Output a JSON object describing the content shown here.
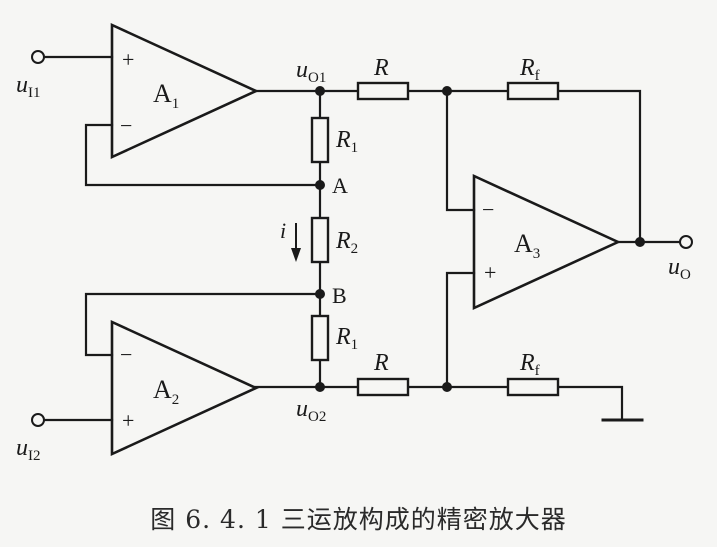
{
  "diagram": {
    "amps": {
      "a1": {
        "name": "A",
        "sub": "1",
        "plus": "+",
        "minus": "−"
      },
      "a2": {
        "name": "A",
        "sub": "2",
        "plus": "+",
        "minus": "−"
      },
      "a3": {
        "name": "A",
        "sub": "3",
        "plus": "+",
        "minus": "−"
      }
    },
    "resistors": {
      "r_top": {
        "name": "R",
        "sub": ""
      },
      "rf_top": {
        "name": "R",
        "sub": "f"
      },
      "r1_top": {
        "name": "R",
        "sub": "1"
      },
      "r2": {
        "name": "R",
        "sub": "2"
      },
      "r1_bot": {
        "name": "R",
        "sub": "1"
      },
      "r_bot": {
        "name": "R",
        "sub": ""
      },
      "rf_bot": {
        "name": "R",
        "sub": "f"
      }
    },
    "signals": {
      "ui1": {
        "name": "u",
        "sub": "I1"
      },
      "ui2": {
        "name": "u",
        "sub": "I2"
      },
      "uo1": {
        "name": "u",
        "sub": "O1"
      },
      "uo2": {
        "name": "u",
        "sub": "O2"
      },
      "uo": {
        "name": "u",
        "sub": "O"
      }
    },
    "nodes": {
      "a": "A",
      "b": "B"
    },
    "current": "i"
  },
  "caption": "图 6. 4. 1    三运放构成的精密放大器"
}
